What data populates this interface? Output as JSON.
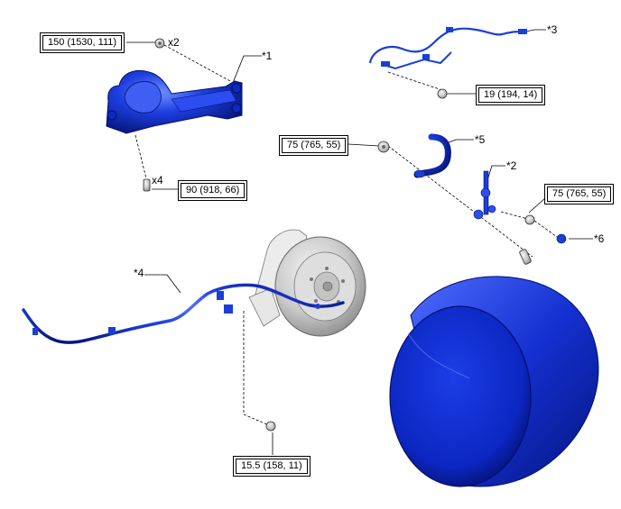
{
  "torque_specs": {
    "upper_left": "150 (1530, 111)",
    "lower_left": "90 (918, 66)",
    "upper_right": "19 (194, 14)",
    "mid_left": "75 (765, 55)",
    "mid_right": "75 (765, 55)",
    "bottom": "15.5 (158, 11)"
  },
  "quantities": {
    "q1": "x2",
    "q2": "x4"
  },
  "part_labels": {
    "p1": "*1",
    "p2": "*2",
    "p3": "*3",
    "p4": "*4",
    "p5": "*5",
    "p6": "*6"
  },
  "colors": {
    "part_blue": "#1a3fd6",
    "part_dark": "#0a1f8c",
    "line": "#000000",
    "hardware_gray": "#8a8a8a"
  }
}
